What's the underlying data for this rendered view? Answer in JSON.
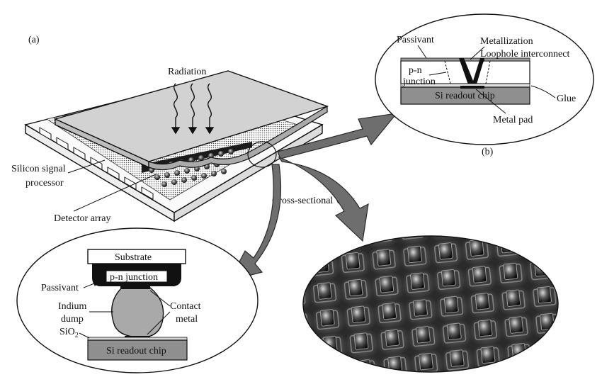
{
  "panel_a": {
    "tag": "(a)",
    "radiation": "Radiation",
    "silicon_signal_processor_1": "Silicon signal",
    "silicon_signal_processor_2": "processor",
    "detector_array": "Detector array",
    "cross_sectional_view": "Cross-sectional view"
  },
  "panel_b": {
    "tag": "(b)",
    "passivant": "Passivant",
    "metallization": "Metallization",
    "loophole_interconnect": "Loophole interconnect",
    "pn_1": "p-n",
    "pn_2": "junction",
    "si_readout_chip": "Si readout chip",
    "glue": "Glue",
    "metal_pad": "Metal pad"
  },
  "panel_c": {
    "substrate": "Substrate",
    "pn_junction": "p-n junction",
    "passivant": "Passivant",
    "indium_1": "Indium",
    "indium_2": "dump",
    "contact_1": "Contact",
    "contact_2": "metal",
    "sio2_base": "SiO",
    "sio2_sub": "2",
    "si_readout_chip": "Si readout chip"
  },
  "colors": {
    "dark": "#111111",
    "grey_arrow": "#6e6e6e",
    "chip_grey": "#8f8f8f",
    "indium_grey": "#a9a9a9"
  }
}
